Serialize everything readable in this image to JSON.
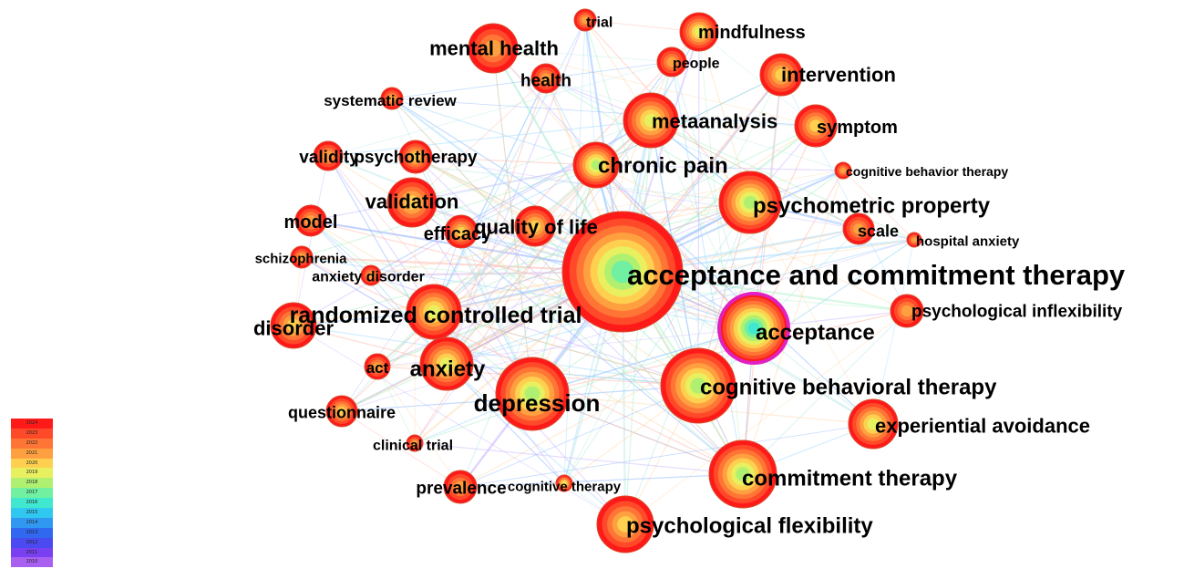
{
  "nodes": [
    {
      "id": "acceptance and commitment therapy",
      "label": "acceptance and commitment therapy",
      "year": 2017
    },
    {
      "id": "randomized controlled trial",
      "label": "randomized controlled trial",
      "year": 2019
    },
    {
      "id": "depression",
      "label": "depression",
      "year": 2018
    },
    {
      "id": "cognitive behavioral therapy",
      "label": "cognitive behavioral therapy",
      "year": 2018
    },
    {
      "id": "acceptance",
      "label": "acceptance",
      "year": 2016
    },
    {
      "id": "psychometric property",
      "label": "psychometric property",
      "year": 2018
    },
    {
      "id": "commitment therapy",
      "label": "commitment therapy",
      "year": 2018
    },
    {
      "id": "psychological flexibility",
      "label": "psychological flexibility",
      "year": 2020
    },
    {
      "id": "chronic pain",
      "label": "chronic pain",
      "year": 2018
    },
    {
      "id": "metaanalysis",
      "label": "metaanalysis",
      "year": 2019
    },
    {
      "id": "mental health",
      "label": "mental health",
      "year": 2021
    },
    {
      "id": "anxiety",
      "label": "anxiety",
      "year": 2019
    },
    {
      "id": "validation",
      "label": "validation",
      "year": 2020
    },
    {
      "id": "disorder",
      "label": "disorder",
      "year": 2020
    },
    {
      "id": "experiential avoidance",
      "label": "experiential avoidance",
      "year": 2019
    },
    {
      "id": "quality of life",
      "label": "quality of life",
      "year": 2020
    },
    {
      "id": "efficacy",
      "label": "efficacy",
      "year": 2020
    },
    {
      "id": "symptom",
      "label": "symptom",
      "year": 2020
    },
    {
      "id": "intervention",
      "label": "intervention",
      "year": 2020
    },
    {
      "id": "mindfulness",
      "label": "mindfulness",
      "year": 2019
    },
    {
      "id": "psychotherapy",
      "label": "psychotherapy",
      "year": 2020
    },
    {
      "id": "validity",
      "label": "validity",
      "year": 2021
    },
    {
      "id": "model",
      "label": "model",
      "year": 2021
    },
    {
      "id": "scale",
      "label": "scale",
      "year": 2021
    },
    {
      "id": "psychological inflexibility",
      "label": "psychological inflexibility",
      "year": 2021
    },
    {
      "id": "questionnaire",
      "label": "questionnaire",
      "year": 2020
    },
    {
      "id": "prevalence",
      "label": "prevalence",
      "year": 2021
    },
    {
      "id": "health",
      "label": "health",
      "year": 2021
    },
    {
      "id": "people",
      "label": "people",
      "year": 2021
    },
    {
      "id": "trial",
      "label": "trial",
      "year": 2021
    },
    {
      "id": "systematic review",
      "label": "systematic review",
      "year": 2021
    },
    {
      "id": "act",
      "label": "act",
      "year": 2021
    },
    {
      "id": "schizophrenia",
      "label": "schizophrenia",
      "year": 2021
    },
    {
      "id": "anxiety disorder",
      "label": "anxiety disorder",
      "year": 2021
    },
    {
      "id": "clinical trial",
      "label": "clinical trial",
      "year": 2021
    },
    {
      "id": "cognitive therapy",
      "label": "cognitive therapy",
      "year": 2019
    },
    {
      "id": "cognitive behavior therapy",
      "label": "cognitive behavior therapy",
      "year": 2021
    },
    {
      "id": "hospital anxiety",
      "label": "hospital anxiety",
      "year": 2021
    }
  ],
  "legend": {
    "years": [
      "2024",
      "2023",
      "2022",
      "2021",
      "2020",
      "2019",
      "2018",
      "2017",
      "2016",
      "2015",
      "2014",
      "2013",
      "2012",
      "2011",
      "2010"
    ],
    "colors": [
      "#ff1a1a",
      "#ff4a2a",
      "#ff7535",
      "#ffa040",
      "#ffd050",
      "#e8f060",
      "#b0f070",
      "#70f0a0",
      "#40e8d0",
      "#30c8f0",
      "#3098f0",
      "#3068f0",
      "#4a4af0",
      "#7840f0",
      "#a860f0"
    ]
  }
}
